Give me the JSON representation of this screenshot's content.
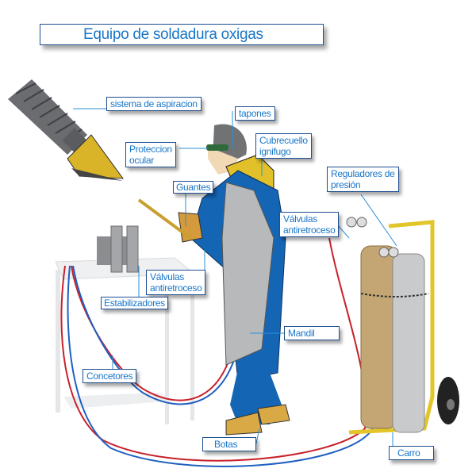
{
  "title": "Equipo de soldadura oxigas",
  "labels": {
    "aspiracion": "sistema de aspiracion",
    "tapones": "tapones",
    "proteccion_1": "Proteccion",
    "proteccion_2": "ocular",
    "cubrecuello_1": "Cubrecuello",
    "cubrecuello_2": "ignifugo",
    "guantes": "Guantes",
    "reguladores_1": "Reguladores de",
    "reguladores_2": "presión",
    "valvulas_right_1": "Válvulas",
    "valvulas_right_2": "antiretroceso",
    "valvulas_left_1": "Válvulas",
    "valvulas_left_2": "antiretroceso",
    "estabilizadores": "Estabilizadores",
    "mandil": "Mandil",
    "concetores": "Concetores",
    "botas": "Botas",
    "carro": "Carro"
  },
  "colors": {
    "label_text": "#1976c8",
    "label_border": "#1d4f91",
    "oxygen_hose": "#1f5fc0",
    "acetylene_hose": "#c8202a",
    "suit": "#1565b5",
    "yellow": "#e8c020"
  }
}
